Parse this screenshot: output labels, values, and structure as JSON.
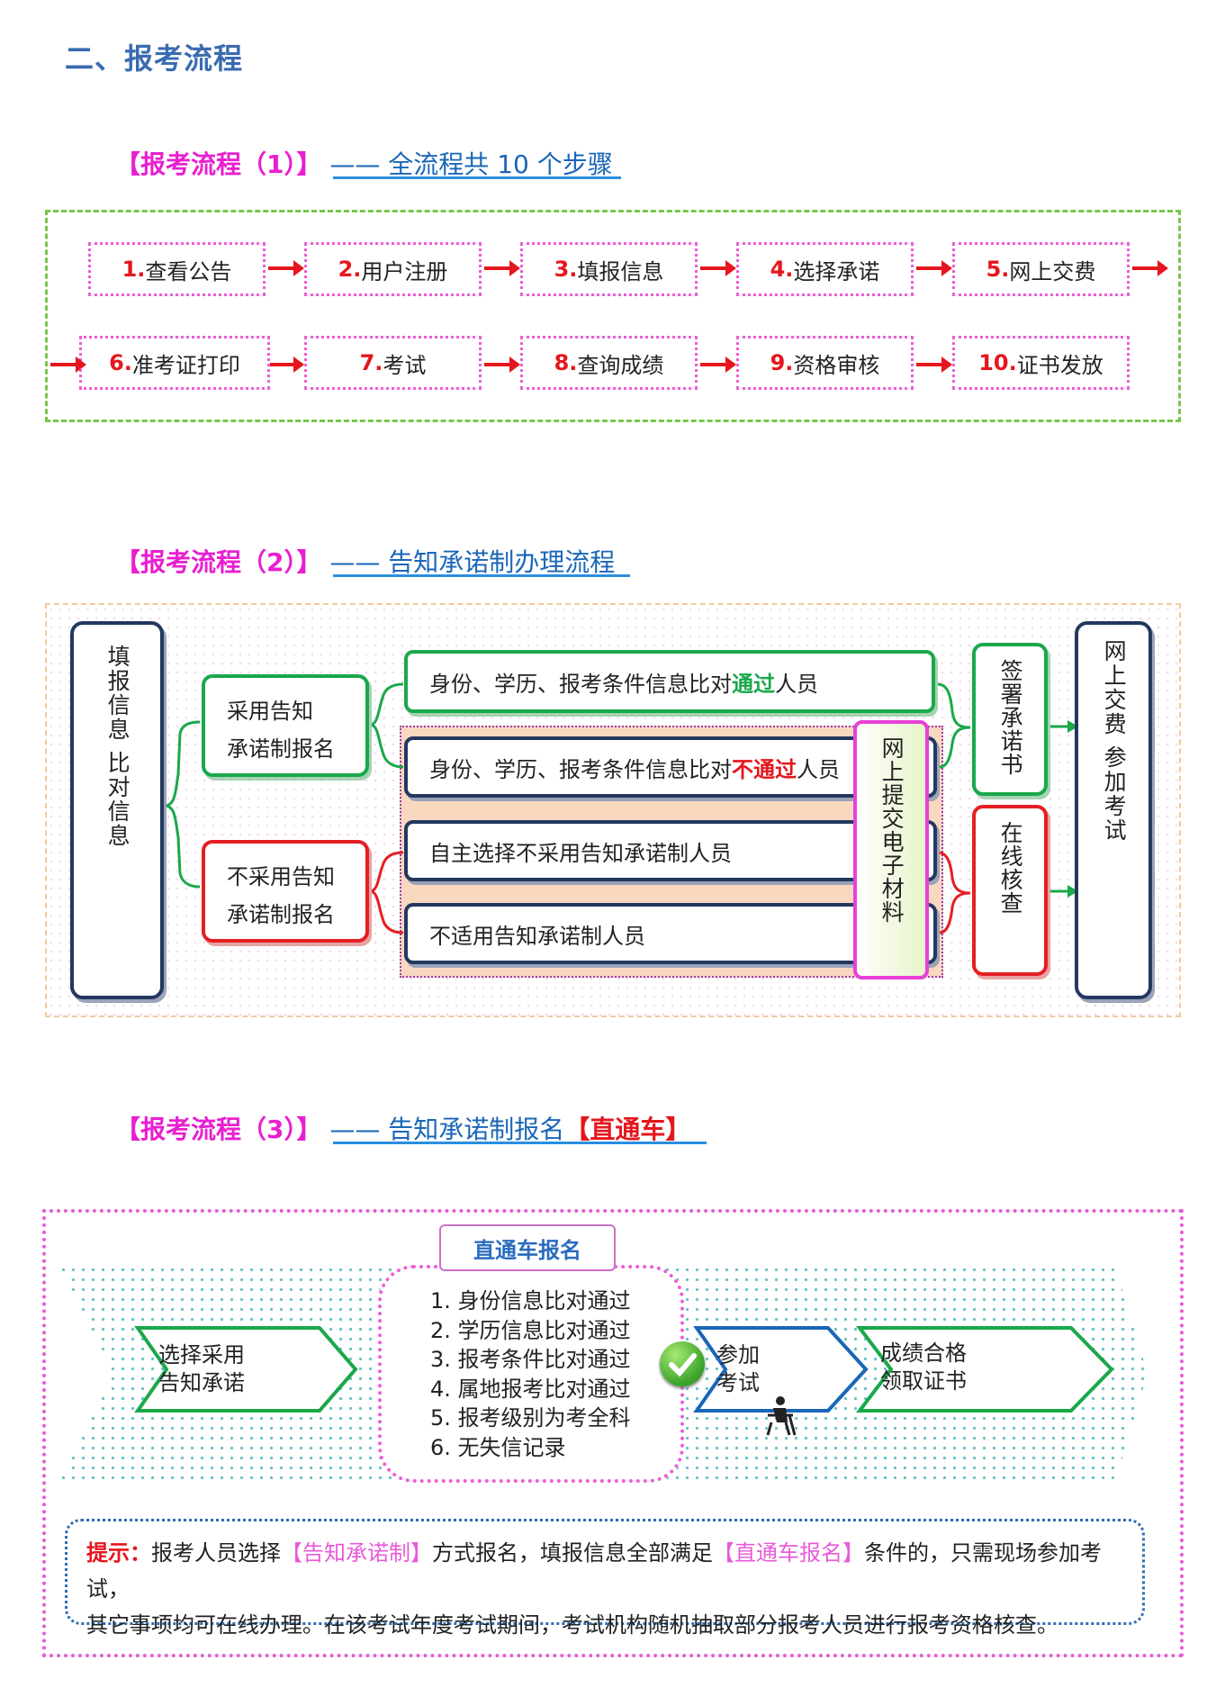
{
  "page_title": "二、报考流程",
  "colors": {
    "title_blue": "#3a6bb0",
    "magenta": "#e81fd0",
    "link_blue": "#1a66b8",
    "red": "#e5161d",
    "green": "#1aa84a",
    "navy": "#23385f"
  },
  "flow1": {
    "title": "【报考流程（1）】",
    "dash": "——",
    "subtitle": "全流程共 10 个步骤",
    "steps": [
      {
        "num": "1.",
        "label": "查看公告"
      },
      {
        "num": "2.",
        "label": "用户注册"
      },
      {
        "num": "3.",
        "label": "填报信息"
      },
      {
        "num": "4.",
        "label": "选择承诺"
      },
      {
        "num": "5.",
        "label": "网上交费"
      },
      {
        "num": "6.",
        "label": "准考证打印"
      },
      {
        "num": "7.",
        "label": "考试"
      },
      {
        "num": "8.",
        "label": "查询成绩"
      },
      {
        "num": "9.",
        "label": "资格审核"
      },
      {
        "num": "10.",
        "label": "证书发放"
      }
    ]
  },
  "flow2": {
    "title": "【报考流程（2）】",
    "dash": "——",
    "subtitle": "告知承诺制办理流程",
    "left_box": "填报信息 比对信息",
    "adopt": [
      "采用告知",
      "承诺制报名"
    ],
    "not_adopt": [
      "不采用告知",
      "承诺制报名"
    ],
    "row1": {
      "pre": "身份、学历、报考条件信息比对",
      "hl": "通过",
      "post": "人员"
    },
    "row2": {
      "pre": "身份、学历、报考条件信息比对",
      "hl": "不通过",
      "post": "人员"
    },
    "row3": "自主选择不采用告知承诺制人员",
    "row4": "不适用告知承诺制人员",
    "submit": "网上提交电子材料",
    "sign": "签署承诺书",
    "check": "在线核查",
    "right_box": "网上交费 参加考试"
  },
  "flow3": {
    "title": "【报考流程（3）】",
    "dash": "——",
    "subtitle": "告知承诺制报名",
    "subtitle_red": "【直通车】",
    "banner": "直通车报名",
    "conditions": [
      "1. 身份信息比对通过",
      "2. 学历信息比对通过",
      "3. 报考条件比对通过",
      "4. 属地报考比对通过",
      "5. 报考级别为考全科",
      "6. 无失信记录"
    ],
    "chev1": [
      "选择采用",
      "告知承诺"
    ],
    "chev2": [
      "参加",
      "考试"
    ],
    "chev3": [
      "成绩合格",
      "领取证书"
    ]
  },
  "hint": {
    "label": "提示：",
    "t1": "报考人员选择",
    "m1": "【告知承诺制】",
    "t2": "方式报名，填报信息全部满足",
    "m2": "【直通车报名】",
    "t3": "条件的，只需现场参加考试，",
    "line2": "其它事项均可在线办理。在该考试年度考试期间，考试机构随机抽取部分报考人员进行报考资格核查。"
  }
}
